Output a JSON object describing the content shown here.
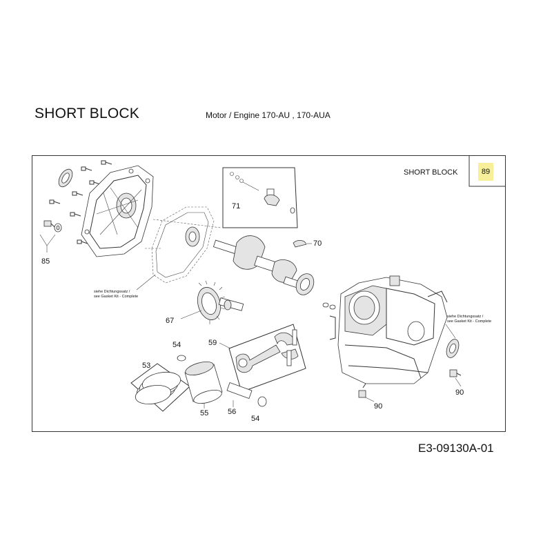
{
  "header": {
    "title": "SHORT BLOCK",
    "subtitle": "Motor / Engine  170-AU  ,  170-AUA"
  },
  "frame": {
    "label": "SHORT BLOCK",
    "page_number": "89",
    "page_badge_color": "#f8ef9a"
  },
  "notes": {
    "gasket_left_line1": "siehe Dichtungssatz /",
    "gasket_left_line2": "see Gasket Kit - Complete",
    "gasket_right_line1": "siehe Dichtungssatz /",
    "gasket_right_line2": "see Gasket Kit - Complete"
  },
  "callouts": {
    "c85": "85",
    "c71": "71",
    "c70": "70",
    "c67": "67",
    "c59": "59",
    "c54a": "54",
    "c53": "53",
    "c55": "55",
    "c56": "56",
    "c54b": "54",
    "c90a": "90",
    "c90b": "90"
  },
  "footer": {
    "code": "E3-09130A-01"
  }
}
